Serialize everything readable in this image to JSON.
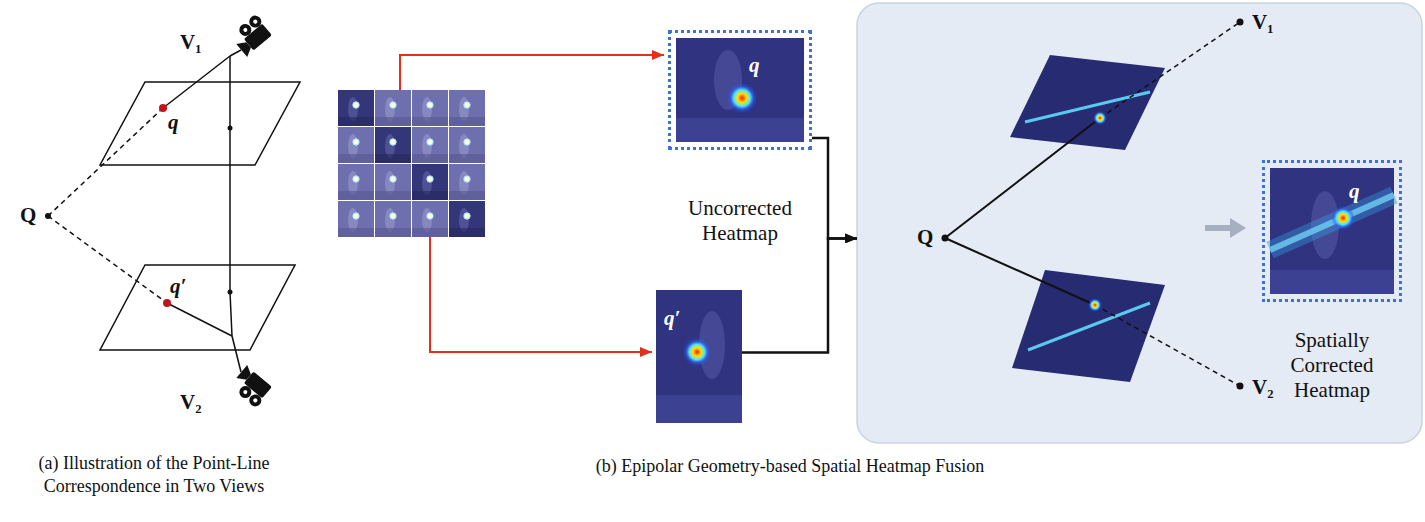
{
  "diagram": {
    "nodes": [
      {
        "text": [
          "q",
          "Uncorrected Heatmap"
        ]
      },
      {
        "text": [
          "q′"
        ]
      },
      {
        "text": [
          "Q",
          "V₁",
          "V₂"
        ]
      },
      {
        "text": [
          "q",
          "Spatially Corrected Heatmap"
        ],
        "in": 2
      }
    ],
    "edges": [
      {
        "from": 0,
        "to": 2,
        "arrow": "to"
      },
      {
        "from": 1,
        "to": 2,
        "arrow": "to"
      }
    ],
    "labels": [
      "V₁",
      "q",
      "Q",
      "q′",
      "V₂",
      "(a) Illustration of the Point-Line Correspondence in Two Views",
      "(b) Epipolar Geometry-based Spatial Heatmap Fusion"
    ]
  }
}
